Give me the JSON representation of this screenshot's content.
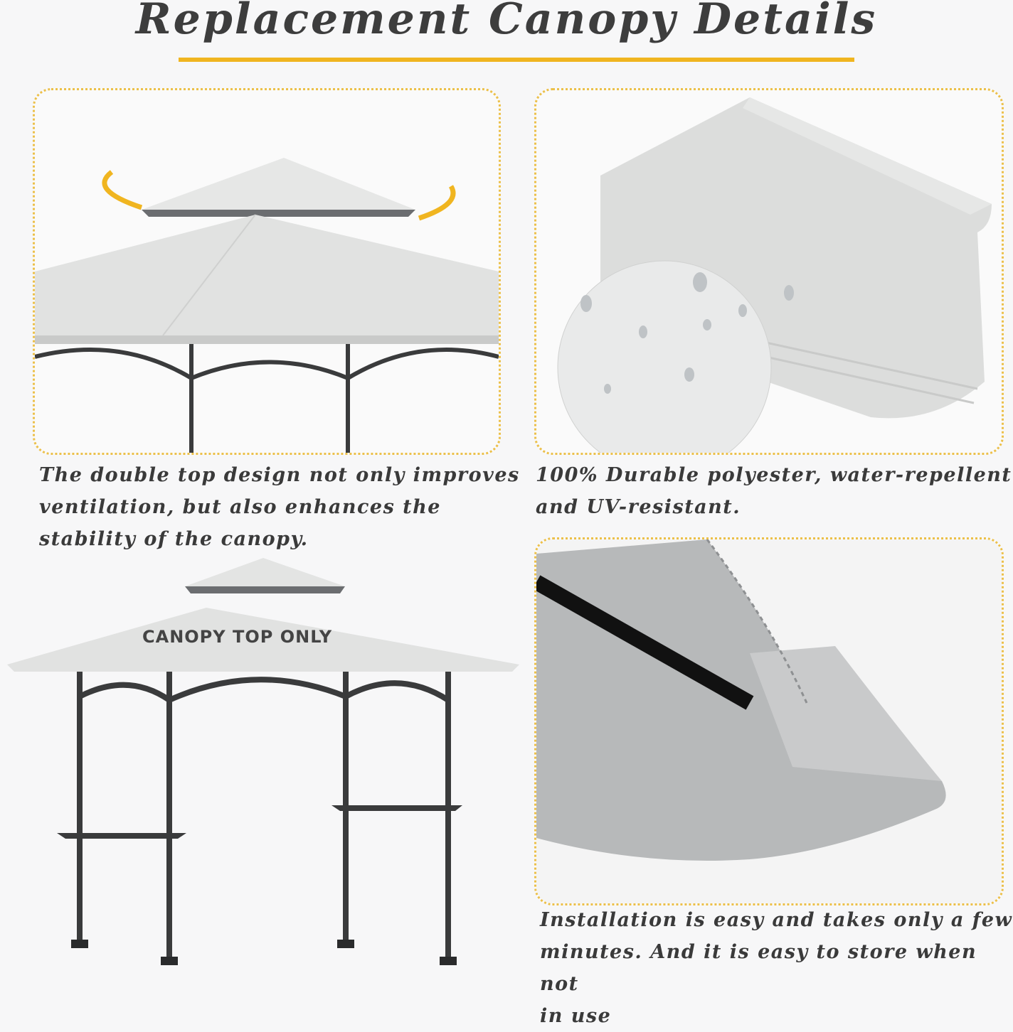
{
  "title": "Replacement Canopy Details",
  "colors": {
    "accent": "#f0b520",
    "canopy": "#e3e4e3",
    "frame": "#3a3b3c",
    "text": "#3a3a3a"
  },
  "panels": [
    {
      "caption_lines": [
        "The double top design not only improves",
        "ventilation, but also enhances the",
        "stability of the canopy."
      ]
    },
    {
      "caption_lines": [
        "100% Durable polyester, water-repellent",
        "and UV-resistant."
      ]
    },
    {
      "caption_lines": [
        "Installation is easy and takes only a few",
        "minutes. And it is easy to store when not",
        "in use"
      ]
    }
  ],
  "product_label": "CANOPY TOP ONLY"
}
